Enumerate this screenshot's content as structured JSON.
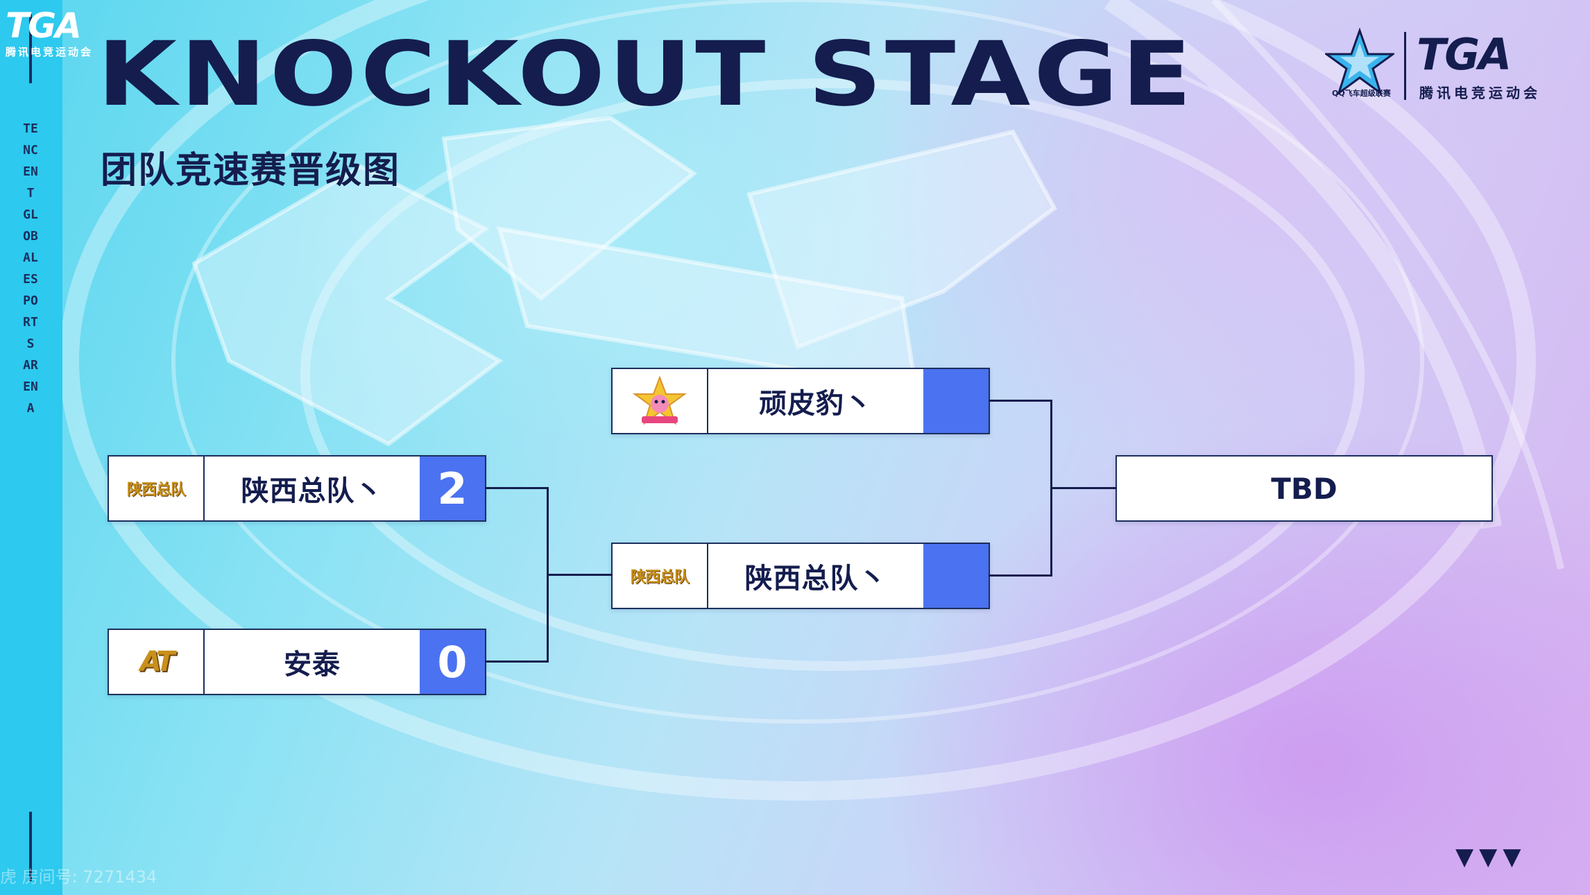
{
  "header": {
    "title": "KNOCKOUT STAGE",
    "subtitle": "团队竞速赛晋级图",
    "top_left_logo": "TGA",
    "top_left_logo_sub": "腾讯电竞运动会",
    "brand_logo": "TGA",
    "brand_logo_sub": "腾讯电竞运动会",
    "star_logo_caption": "QQ飞车超级联赛"
  },
  "side_text": "TENCENT GLOBAL ESPORTS ARENA",
  "bracket": {
    "round1": [
      {
        "team": "陕西总队丶",
        "logo_text": "陕西总队",
        "score": "2"
      },
      {
        "team": "安泰",
        "logo_text": "AT",
        "score": "0"
      }
    ],
    "round2": [
      {
        "team": "顽皮豹丶",
        "logo_icon": "pink-panther-icon",
        "score": ""
      },
      {
        "team": "陕西总队丶",
        "logo_text": "陕西总队",
        "score": ""
      }
    ],
    "final": {
      "team": "TBD"
    }
  },
  "watermark": "虎 房间号: 7271434",
  "colors": {
    "accent": "#4b72f0",
    "navy": "#141d4e",
    "side_strip": "#2dc9ef",
    "logo_gold": "#c8901c"
  }
}
